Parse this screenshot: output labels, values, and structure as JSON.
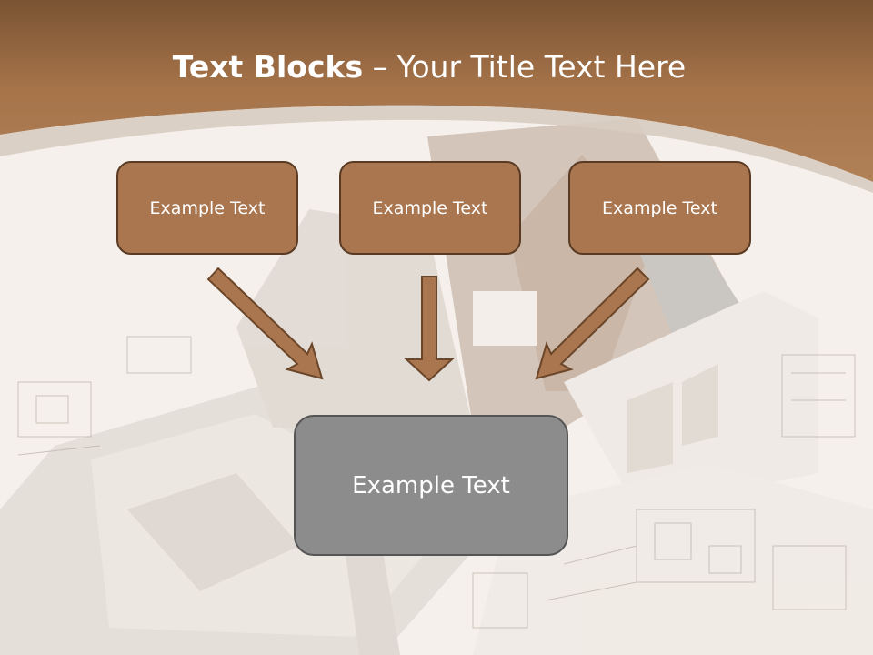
{
  "slide": {
    "title_bold": "Text Blocks",
    "title_sep": " – ",
    "title_rest": "Your Title Text Here"
  },
  "boxes": {
    "top": [
      "Example Text",
      "Example Text",
      "Example Text"
    ],
    "main": "Example Text"
  },
  "colors": {
    "header_brown": "#9c6a42",
    "box_brown": "#a97650",
    "box_border": "#5a3a22",
    "main_box": "#8c8c8c",
    "arrow_fill": "#a97650"
  }
}
